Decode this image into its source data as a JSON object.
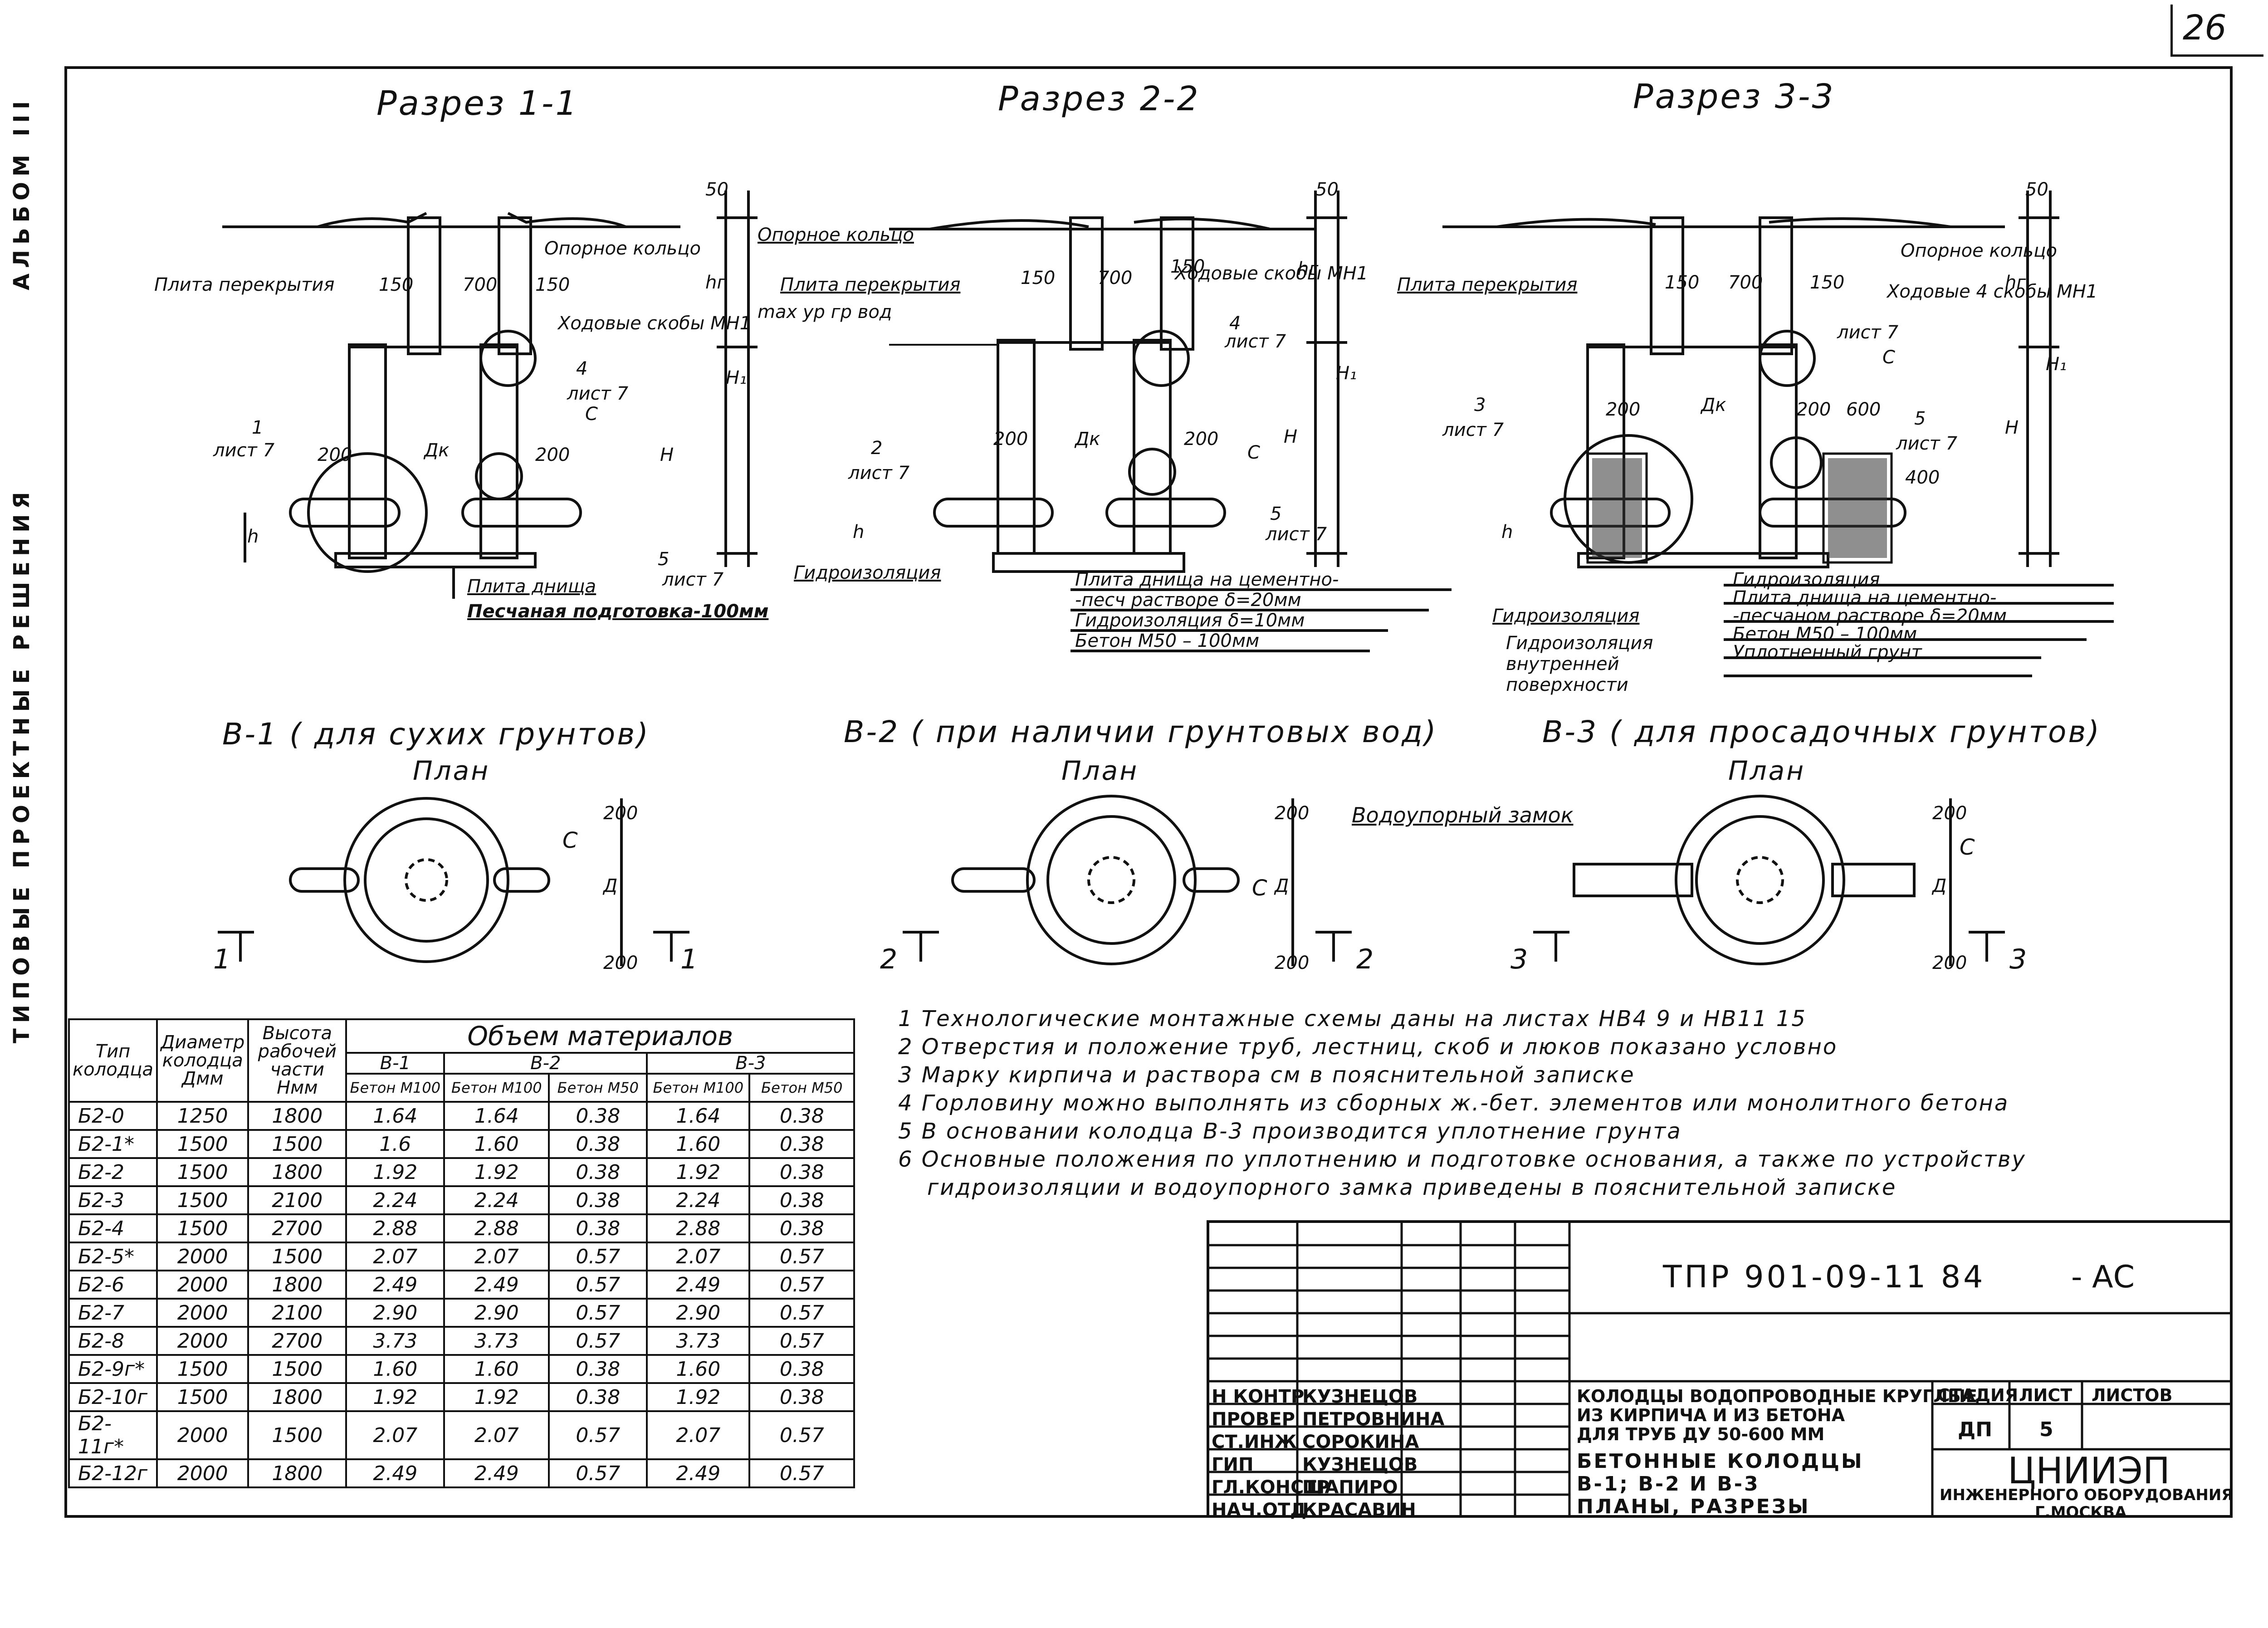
{
  "page_number": "26",
  "side_title_top": "АЛЬБОМ III",
  "side_title_main": "ТИПОВЫЕ ПРОЕКТНЫЕ РЕШЕНИЯ",
  "sections": [
    {
      "title": "Разрез 1-1"
    },
    {
      "title": "Разрез 2-2"
    },
    {
      "title": "Разрез 3-3"
    }
  ],
  "section1_labels": {
    "slab": "Плита перекрытия",
    "ring": "Опорное кольцо",
    "steps": "Ходовые скобы МН1",
    "callout4": "4",
    "callout4_sheet": "лист 7",
    "c": "С",
    "callout1": "1",
    "callout1_sheet": "лист 7",
    "dk": "Дк",
    "d150a": "150",
    "d700": "700",
    "d150b": "150",
    "d200a": "200",
    "d200b": "200",
    "callout5": "5",
    "callout5_sheet": "лист 7",
    "bottom_slab": "Плита днища",
    "sand": "Песчаная подготовка-100мм",
    "h50": "50",
    "hr": "hг",
    "H1": "H₁",
    "H": "H",
    "h": "h"
  },
  "section2_labels": {
    "ring": "Опорное кольцо",
    "slab": "Плита перекрытия",
    "gw": "max ур гр вод",
    "steps": "Ходовые скобы МН1",
    "callout4": "4",
    "callout4_sheet": "лист 7",
    "d150a": "150",
    "d700": "700",
    "d150b": "150",
    "callout2": "2",
    "callout2_sheet": "лист 7",
    "d200a": "200",
    "dk": "Дк",
    "d200b": "200",
    "c": "С",
    "callout5": "5",
    "callout5_sheet": "лист 7",
    "waterproof": "Гидроизоляция",
    "layers": [
      "Плита днища на цементно-",
      "-песч растворе δ=20мм",
      "Гидроизоляция δ=10мм",
      "Бетон М50 – 100мм"
    ],
    "h50": "50",
    "hr": "hг",
    "H1": "H₁",
    "H": "H",
    "h": "h"
  },
  "section3_labels": {
    "slab": "Плита перекрытия",
    "ring": "Опорное кольцо",
    "steps": "Ходовые 4 скобы МН1",
    "callout4_sheet": "лист 7",
    "c": "С",
    "callout3": "3",
    "callout3_sheet": "лист 7",
    "d150a": "150",
    "d700": "700",
    "d150b": "150",
    "d200": "200",
    "dk": "Дк",
    "d200b": "200",
    "d600": "600",
    "callout5": "5",
    "callout5_sheet": "лист 7",
    "d400": "400",
    "waterproof": "Гидроизоляция",
    "waterproof_inner": "Гидроизоляция внутренней поверхности",
    "layers": [
      "Гидроизоляция",
      "Плита днища на цементно-",
      "-песчаном растворе δ=20мм",
      "Бетон М50 – 100мм",
      "Уплотненный грунт"
    ],
    "h50": "50",
    "hr": "hг",
    "H1": "H₁",
    "H": "H",
    "h": "h"
  },
  "variants": [
    {
      "title": "В-1 ( для сухих грунтов)",
      "plan": "План",
      "cut_left": "1",
      "cut_right": "1",
      "c": "С",
      "d_top": "200",
      "d_mid": "Д",
      "d_bot": "200"
    },
    {
      "title": "В-2 ( при наличии грунтовых вод)",
      "plan": "План",
      "cut_left": "2",
      "cut_right": "2",
      "c": "С",
      "d_top": "200",
      "d_mid": "Д",
      "d_bot": "200"
    },
    {
      "title": "В-3 ( для просадочных грунтов)",
      "plan": "План",
      "cut_left": "3",
      "cut_right": "3",
      "c": "С",
      "d_top": "200",
      "d_mid": "Д",
      "d_bot": "200",
      "lock": "Водоупорный замок"
    }
  ],
  "table": {
    "headers": {
      "type": "Тип колодца",
      "diameter": "Диаметр колодца Дмм",
      "height": "Высота рабочей части Нмм",
      "volume": "Объем материалов",
      "groups": [
        "В-1",
        "В-2",
        "В-3"
      ],
      "subcols": [
        "Бетон М100",
        "Бетон М100",
        "Бетон М50",
        "Бетон М100",
        "Бетон М50"
      ]
    },
    "rows": [
      [
        "Б2-0",
        "1250",
        "1800",
        "1.64",
        "1.64",
        "0.38",
        "1.64",
        "0.38"
      ],
      [
        "Б2-1*",
        "1500",
        "1500",
        "1.6",
        "1.60",
        "0.38",
        "1.60",
        "0.38"
      ],
      [
        "Б2-2",
        "1500",
        "1800",
        "1.92",
        "1.92",
        "0.38",
        "1.92",
        "0.38"
      ],
      [
        "Б2-3",
        "1500",
        "2100",
        "2.24",
        "2.24",
        "0.38",
        "2.24",
        "0.38"
      ],
      [
        "Б2-4",
        "1500",
        "2700",
        "2.88",
        "2.88",
        "0.38",
        "2.88",
        "0.38"
      ],
      [
        "Б2-5*",
        "2000",
        "1500",
        "2.07",
        "2.07",
        "0.57",
        "2.07",
        "0.57"
      ],
      [
        "Б2-6",
        "2000",
        "1800",
        "2.49",
        "2.49",
        "0.57",
        "2.49",
        "0.57"
      ],
      [
        "Б2-7",
        "2000",
        "2100",
        "2.90",
        "2.90",
        "0.57",
        "2.90",
        "0.57"
      ],
      [
        "Б2-8",
        "2000",
        "2700",
        "3.73",
        "3.73",
        "0.57",
        "3.73",
        "0.57"
      ],
      [
        "Б2-9г*",
        "1500",
        "1500",
        "1.60",
        "1.60",
        "0.38",
        "1.60",
        "0.38"
      ],
      [
        "Б2-10г",
        "1500",
        "1800",
        "1.92",
        "1.92",
        "0.38",
        "1.92",
        "0.38"
      ],
      [
        "Б2-11г*",
        "2000",
        "1500",
        "2.07",
        "2.07",
        "0.57",
        "2.07",
        "0.57"
      ],
      [
        "Б2-12г",
        "2000",
        "1800",
        "2.49",
        "2.49",
        "0.57",
        "2.49",
        "0.57"
      ]
    ]
  },
  "notes": [
    "1 Технологические монтажные схемы даны на листах НВ4 9 и НВ11 15",
    "2 Отверстия и положение труб, лестниц, скоб и люков показано условно",
    "3 Марку кирпича и раствора см в пояснительной записке",
    "4 Горловину можно выполнять из сборных ж.-бет. элементов или монолитного бетона",
    "5 В основании колодца В-3 производится уплотнение грунта",
    "6 Основные положения по уплотнению и подготовке основания, а также по устройству",
    "гидроизоляции и водоупорного замка приведены в пояснительной записке"
  ],
  "stamp": {
    "doc_code": "ТПР 901-09-11 84",
    "doc_suffix": "- АС",
    "roles": [
      "Н КОНТР",
      "ПРОВЕР",
      "СТ.ИНЖ",
      "ГИП",
      "ГЛ.КОНСТР",
      "НАЧ.ОТД"
    ],
    "names": [
      "КУЗНЕЦОВ",
      "ПЕТРОВНИНА",
      "СОРОКИНА",
      "КУЗНЕЦОВ",
      "ШАПИРО",
      "КРАСАВИН"
    ],
    "project_title": [
      "КОЛОДЦЫ ВОДОПРОВОДНЫЕ КРУГЛЫЕ",
      "ИЗ КИРПИЧА И ИЗ БЕТОНА",
      "ДЛЯ ТРУБ ДУ 50-600 ММ"
    ],
    "sheet_title": [
      "БЕТОННЫЕ КОЛОДЦЫ",
      "В-1; В-2 И В-3",
      "ПЛАНЫ, РАЗРЕЗЫ"
    ],
    "stage_header": "СТАДИЯ",
    "sheet_header": "ЛИСТ",
    "sheets_header": "ЛИСТОВ",
    "stage": "ДП",
    "sheet": "5",
    "org": "ЦНИИЭП",
    "org_sub": "ИНЖЕНЕРНОГО ОБОРУДОВАНИЯ",
    "city": "Г.МОСКВА"
  }
}
